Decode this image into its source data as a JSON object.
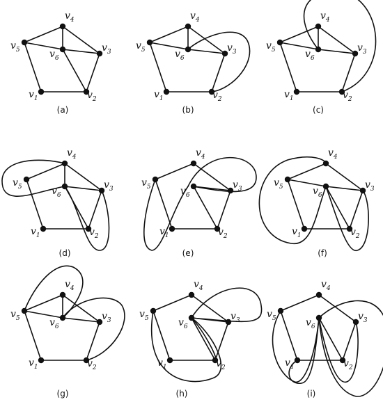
{
  "vertex_letter": "v",
  "panels": [
    {
      "caption": "(a)",
      "vertices": [
        "1",
        "2",
        "3",
        "4",
        "5",
        "6"
      ]
    },
    {
      "caption": "(b)",
      "vertices": [
        "1",
        "2",
        "3",
        "4",
        "5",
        "6"
      ]
    },
    {
      "caption": "(c)",
      "vertices": [
        "1",
        "2",
        "3",
        "4",
        "5",
        "6"
      ]
    },
    {
      "caption": "(d)",
      "vertices": [
        "1",
        "2",
        "3",
        "4",
        "5",
        "6"
      ]
    },
    {
      "caption": "(e)",
      "vertices": [
        "1",
        "2",
        "3",
        "4",
        "5",
        "6"
      ]
    },
    {
      "caption": "(f)",
      "vertices": [
        "1",
        "2",
        "3",
        "4",
        "5",
        "6"
      ]
    },
    {
      "caption": "(g)",
      "vertices": [
        "1",
        "2",
        "3",
        "4",
        "5",
        "6"
      ]
    },
    {
      "caption": "(h)",
      "vertices": [
        "1",
        "2",
        "3",
        "4",
        "5",
        "6"
      ]
    },
    {
      "caption": "(i)",
      "vertices": [
        "1",
        "2",
        "3",
        "4",
        "5",
        "6"
      ]
    }
  ]
}
